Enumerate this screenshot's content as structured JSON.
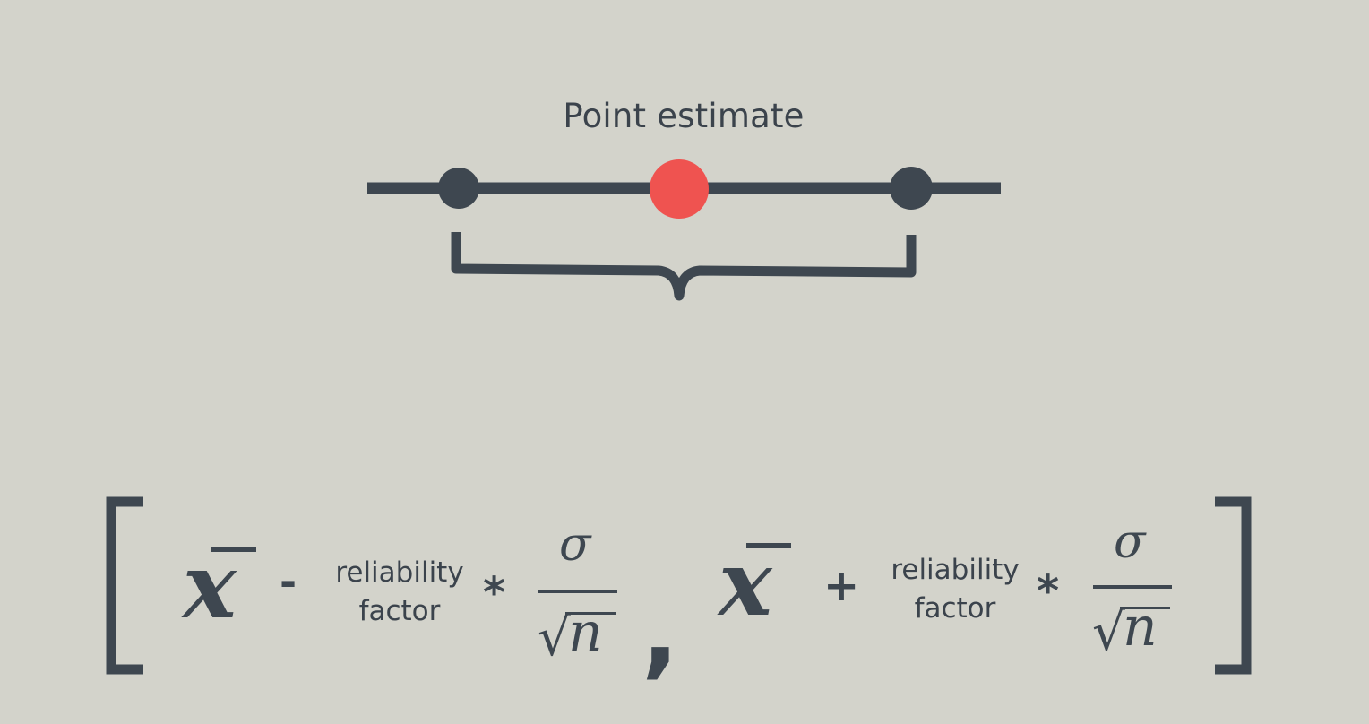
{
  "diagram": {
    "point_label": "Point estimate",
    "colors": {
      "background": "#d3d3cb",
      "line": "#3e4750",
      "point_estimate": "#ef5350"
    }
  },
  "formula": {
    "left_mean_symbol": "x",
    "minus_operator": "-",
    "plus_operator": "+",
    "multiply_operator": "*",
    "reliability_line1": "reliability",
    "reliability_line2": "factor",
    "sigma_symbol": "σ",
    "sqrt_symbol": "√",
    "n_symbol": "n",
    "separator": ","
  }
}
